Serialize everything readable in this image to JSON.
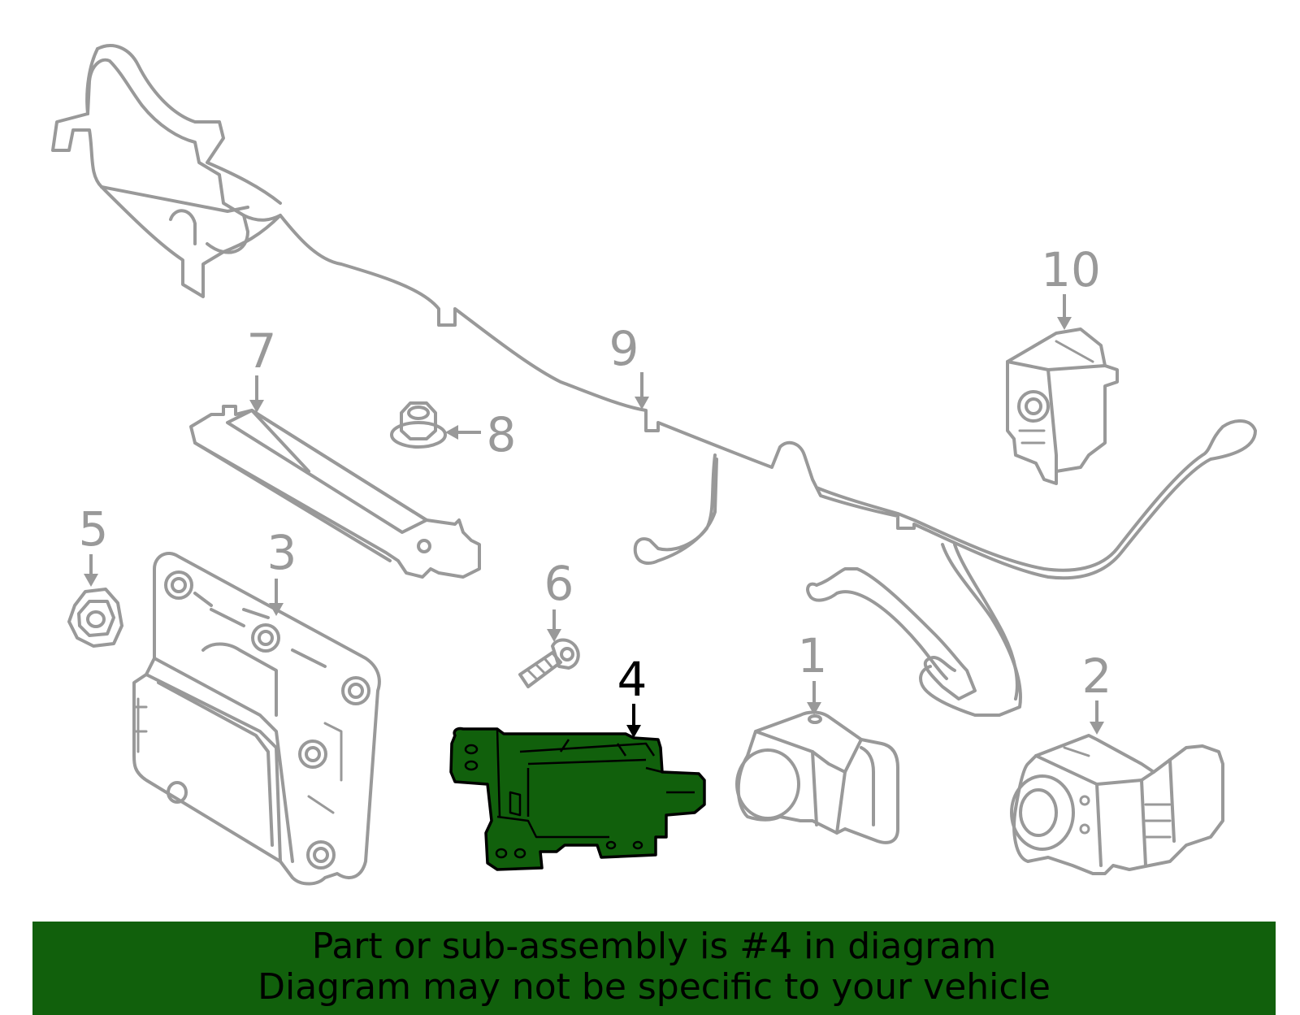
{
  "callouts": {
    "c1": "1",
    "c2": "2",
    "c3": "3",
    "c4": "4",
    "c5": "5",
    "c6": "6",
    "c7": "7",
    "c8": "8",
    "c9": "9",
    "c10": "10"
  },
  "highlighted_part": "4",
  "colors": {
    "highlight": "#11600c",
    "outline": "#999999",
    "banner": "#11600c"
  },
  "banner": {
    "line1": "Part or sub-assembly is #4 in diagram",
    "line2": "Diagram may not be specific to your vehicle"
  }
}
